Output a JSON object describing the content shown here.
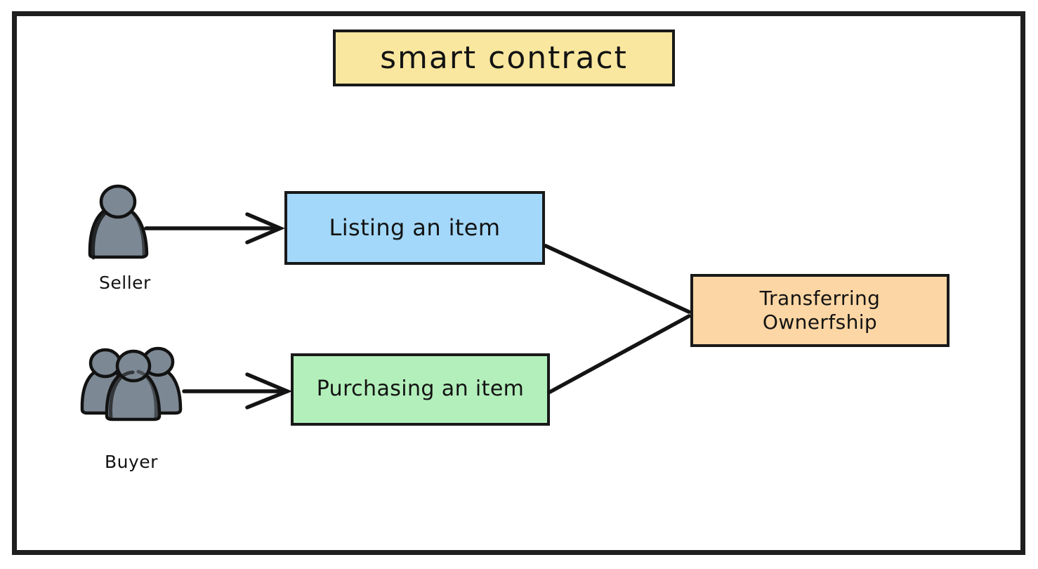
{
  "diagram": {
    "title": "smart contract",
    "frame_color": "#1f1f1f",
    "background": "#ffffff",
    "nodes": [
      {
        "id": "title",
        "label": "smart contract",
        "fill": "#F9E79F",
        "border": "#191919"
      },
      {
        "id": "listing",
        "label": "Listing an item",
        "fill": "#A3D8FA",
        "border": "#191919"
      },
      {
        "id": "purchasing",
        "label": "Purchasing an item",
        "fill": "#B3EFBB",
        "border": "#191919"
      },
      {
        "id": "transfer",
        "label_line1": "Transferring",
        "label_line2": "Ownerfship",
        "fill": "#FCD6A4",
        "border": "#191919"
      }
    ],
    "actors": [
      {
        "id": "seller",
        "label": "Seller",
        "icon": "single-person-icon",
        "color": "#7C8894"
      },
      {
        "id": "buyer",
        "label": "Buyer",
        "icon": "group-of-people-icon",
        "color": "#7C8894"
      }
    ],
    "connectors": [
      {
        "id": "seller-to-listing",
        "from": "seller",
        "to": "listing",
        "arrow": true
      },
      {
        "id": "buyer-to-purchasing",
        "from": "buyer",
        "to": "purchasing",
        "arrow": true
      },
      {
        "id": "listing-to-transfer",
        "from": "listing",
        "to": "transfer",
        "arrow": false
      },
      {
        "id": "purchasing-to-transfer",
        "from": "purchasing",
        "to": "transfer",
        "arrow": false
      }
    ]
  }
}
